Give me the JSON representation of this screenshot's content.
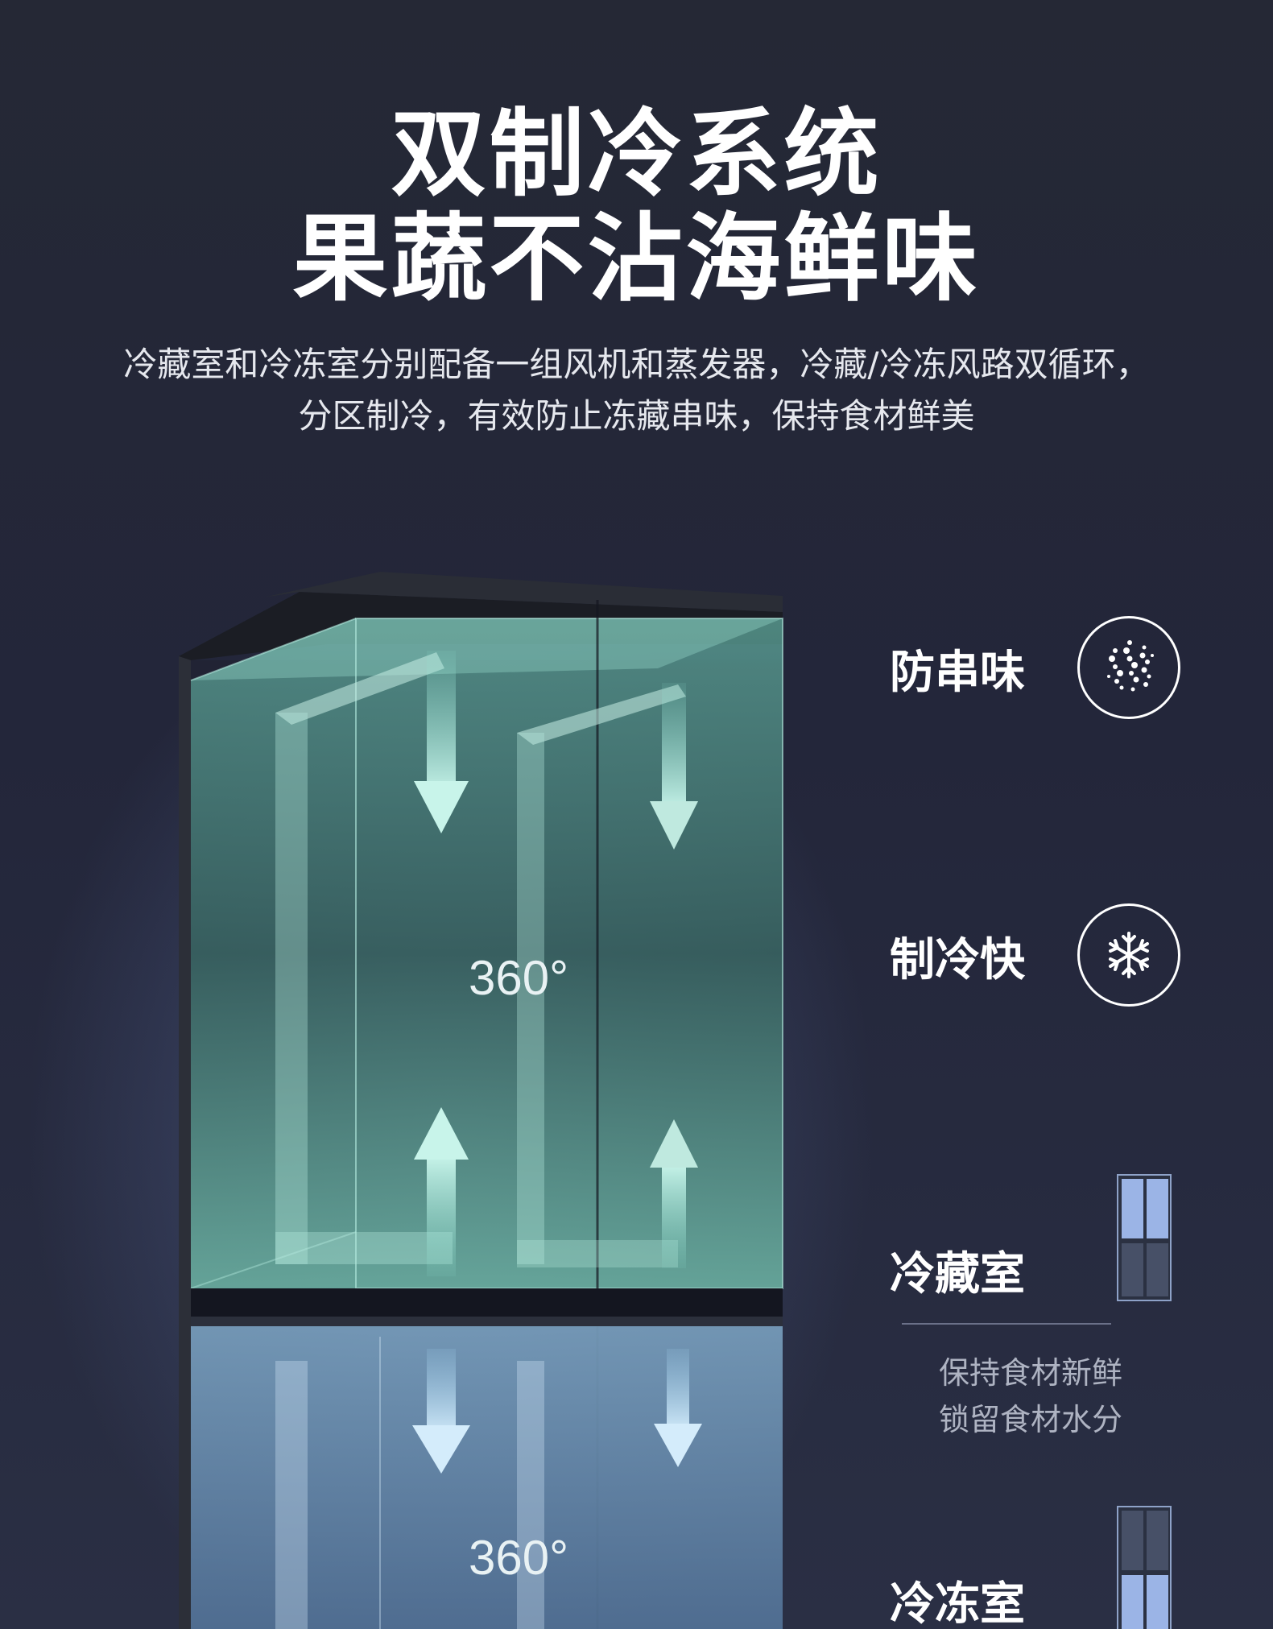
{
  "header": {
    "title_line1": "双制冷系统",
    "title_line2": "果蔬不沾海鲜味",
    "subtitle_line1": "冷藏室和冷冻室分别配备一组风机和蒸发器，冷藏/冷冻风路双循环，",
    "subtitle_line2": "分区制冷，有效防止冻藏串味，保持食材鲜美"
  },
  "fridge": {
    "upper_degree": "360°",
    "lower_degree": "360°"
  },
  "features": {
    "anti_odor": {
      "label": "防串味",
      "icon": "odor-particles-icon"
    },
    "fast_cooling": {
      "label": "制冷快",
      "icon": "snowflake-icon"
    },
    "refrigerator": {
      "label": "冷藏室",
      "desc_line1": "保持食材新鲜",
      "desc_line2": "锁留食材水分"
    },
    "freezer": {
      "label": "冷冻室"
    }
  },
  "colors": {
    "background": "#232633",
    "upper_airflow": "#8fe0d0",
    "lower_airflow": "#9fd0f0",
    "mini_fridge_highlight": "#9bb4e6"
  }
}
